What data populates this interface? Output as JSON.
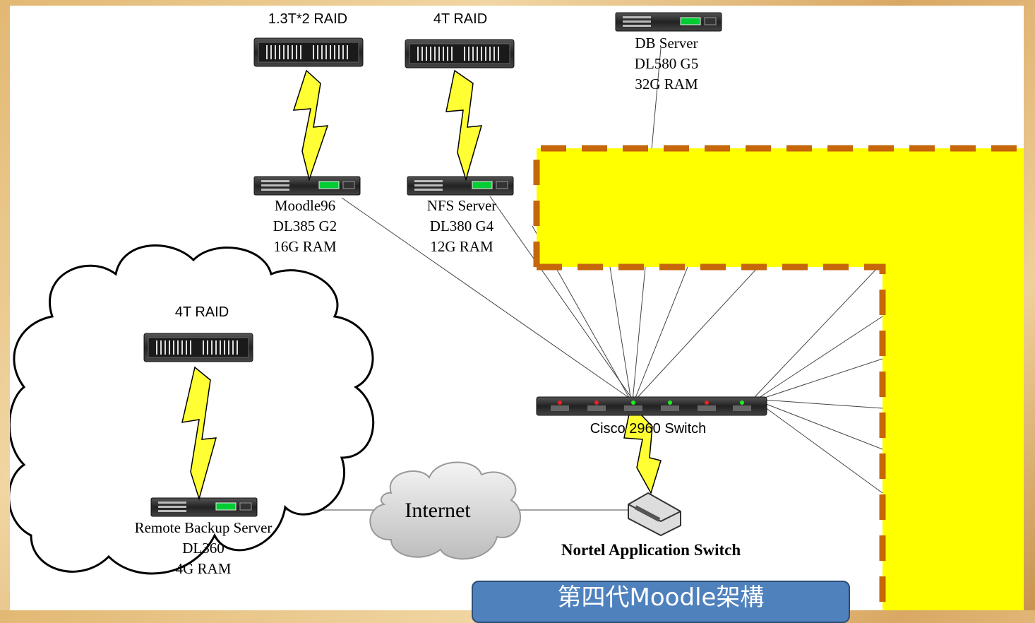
{
  "labels": {
    "raid_1": "1.3T*2 RAID",
    "raid_2": "4T RAID",
    "raid_backup": "4T RAID",
    "db_server": [
      "DB Server",
      "DL580 G5",
      "32G RAM"
    ],
    "moodle96": [
      "Moodle96",
      "DL385 G2",
      "16G RAM"
    ],
    "nfs_server": [
      "NFS Server",
      "DL380 G4",
      "12G RAM"
    ],
    "remote_backup": [
      "Remote Backup Server",
      "DL360",
      "4G RAM"
    ],
    "switch": "Cisco 2960 Switch",
    "internet": "Internet",
    "nortel": "Nortel Application Switch",
    "caption": "第四代Moodle架構"
  },
  "colors": {
    "highlight_fill": "#ffff00",
    "highlight_border": "#c5670a",
    "bolt_fill": "#ffff33",
    "caption_bg": "#4f81bd"
  },
  "icons": [
    "raid-storage-icon",
    "rack-server-icon",
    "network-switch-icon",
    "lightning-link-icon",
    "cloud-icon",
    "router-icon"
  ]
}
